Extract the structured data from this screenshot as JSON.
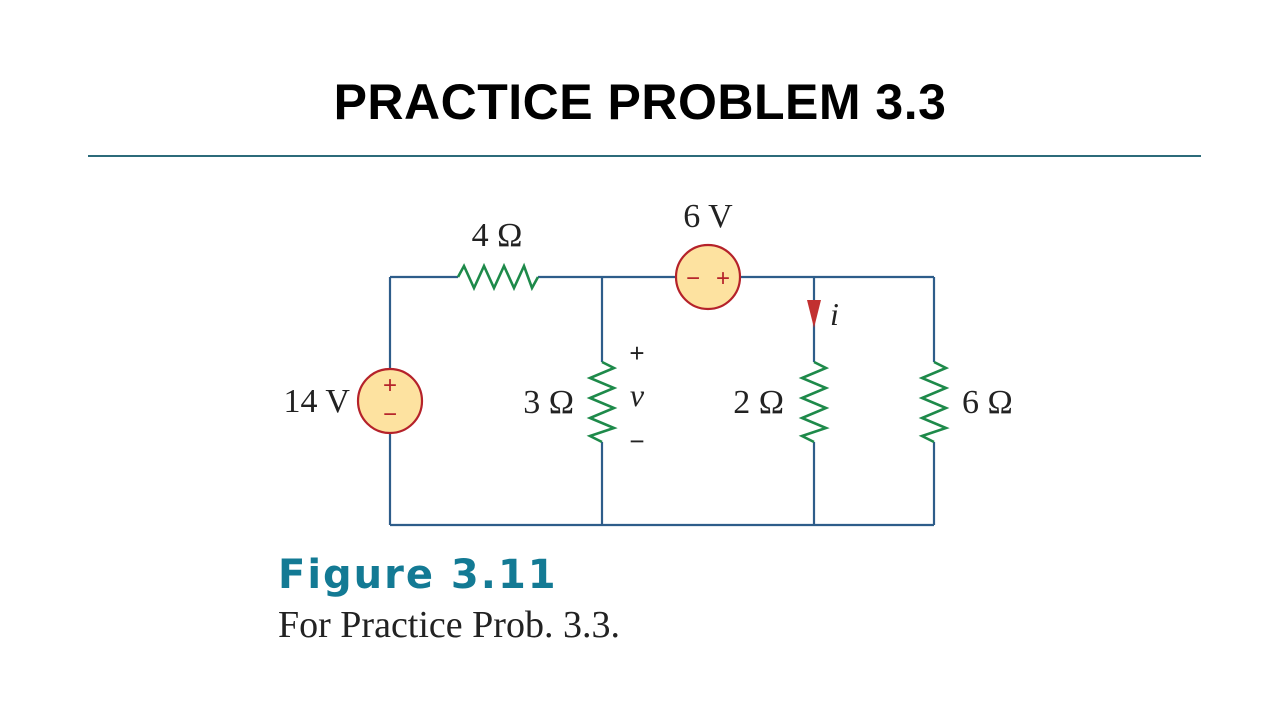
{
  "title": "PRACTICE PROBLEM 3.3",
  "figure": {
    "label": "Figure 3.11",
    "caption": "For Practice Prob. 3.3."
  },
  "circuit": {
    "colors": {
      "wire": "#2e5d8a",
      "resistor": "#1e8a4a",
      "source_fill": "#fde2a0",
      "source_stroke": "#b5222a",
      "arrow": "#c23030"
    },
    "labels": {
      "r4": "4 Ω",
      "r3": "3 Ω",
      "r2": "2 Ω",
      "r6": "6 Ω",
      "v6": "6 V",
      "v14": "14 V",
      "current": "i",
      "voltage": "v",
      "v_plus": "+",
      "v_minus": "−",
      "v6_minus": "−",
      "v6_plus": "+",
      "v14_plus": "+",
      "v14_minus": "−"
    }
  }
}
